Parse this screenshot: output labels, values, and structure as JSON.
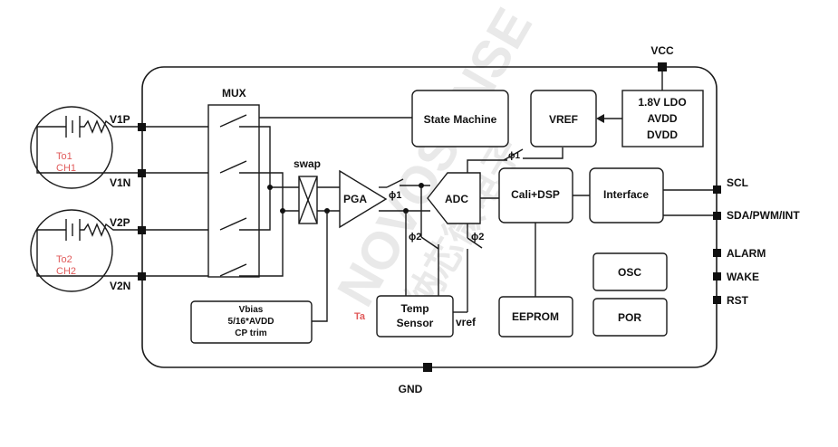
{
  "pins": {
    "vcc": "VCC",
    "gnd": "GND",
    "v1p": "V1P",
    "v1n": "V1N",
    "v2p": "V2P",
    "v2n": "V2N",
    "scl": "SCL",
    "sda": "SDA/PWM/INT",
    "alarm": "ALARM",
    "wake": "WAKE",
    "rst": "RST"
  },
  "sensors": {
    "ch1_line1": "To1",
    "ch1_line2": "CH1",
    "ch2_line1": "To2",
    "ch2_line2": "CH2"
  },
  "blocks": {
    "mux": "MUX",
    "swap": "swap",
    "pga": "PGA",
    "adc": "ADC",
    "state_machine": "State Machine",
    "vref": "VREF",
    "ldo_line1": "1.8V LDO",
    "ldo_line2": "AVDD",
    "ldo_line3": "DVDD",
    "cali_dsp": "Cali+DSP",
    "interface": "Interface",
    "osc": "OSC",
    "por": "POR",
    "eeprom": "EEPROM",
    "temp_line1": "Temp",
    "temp_line2": "Sensor",
    "vbias_line1": "Vbias",
    "vbias_line2": "5/16*AVDD",
    "vbias_line3": "CP trim"
  },
  "signals": {
    "phi1_a": "ϕ1",
    "phi1_b": "ϕ1",
    "phi2_a": "ϕ2",
    "phi2_b": "ϕ2",
    "vref": "vref",
    "ta": "Ta"
  },
  "watermark": {
    "latin": "NOVOSENSE",
    "cjk": "纳芯微电子"
  },
  "colors": {
    "line": "#1a1a1a",
    "accent_red": "#e05a5a",
    "watermark": "#e9e9e9"
  }
}
